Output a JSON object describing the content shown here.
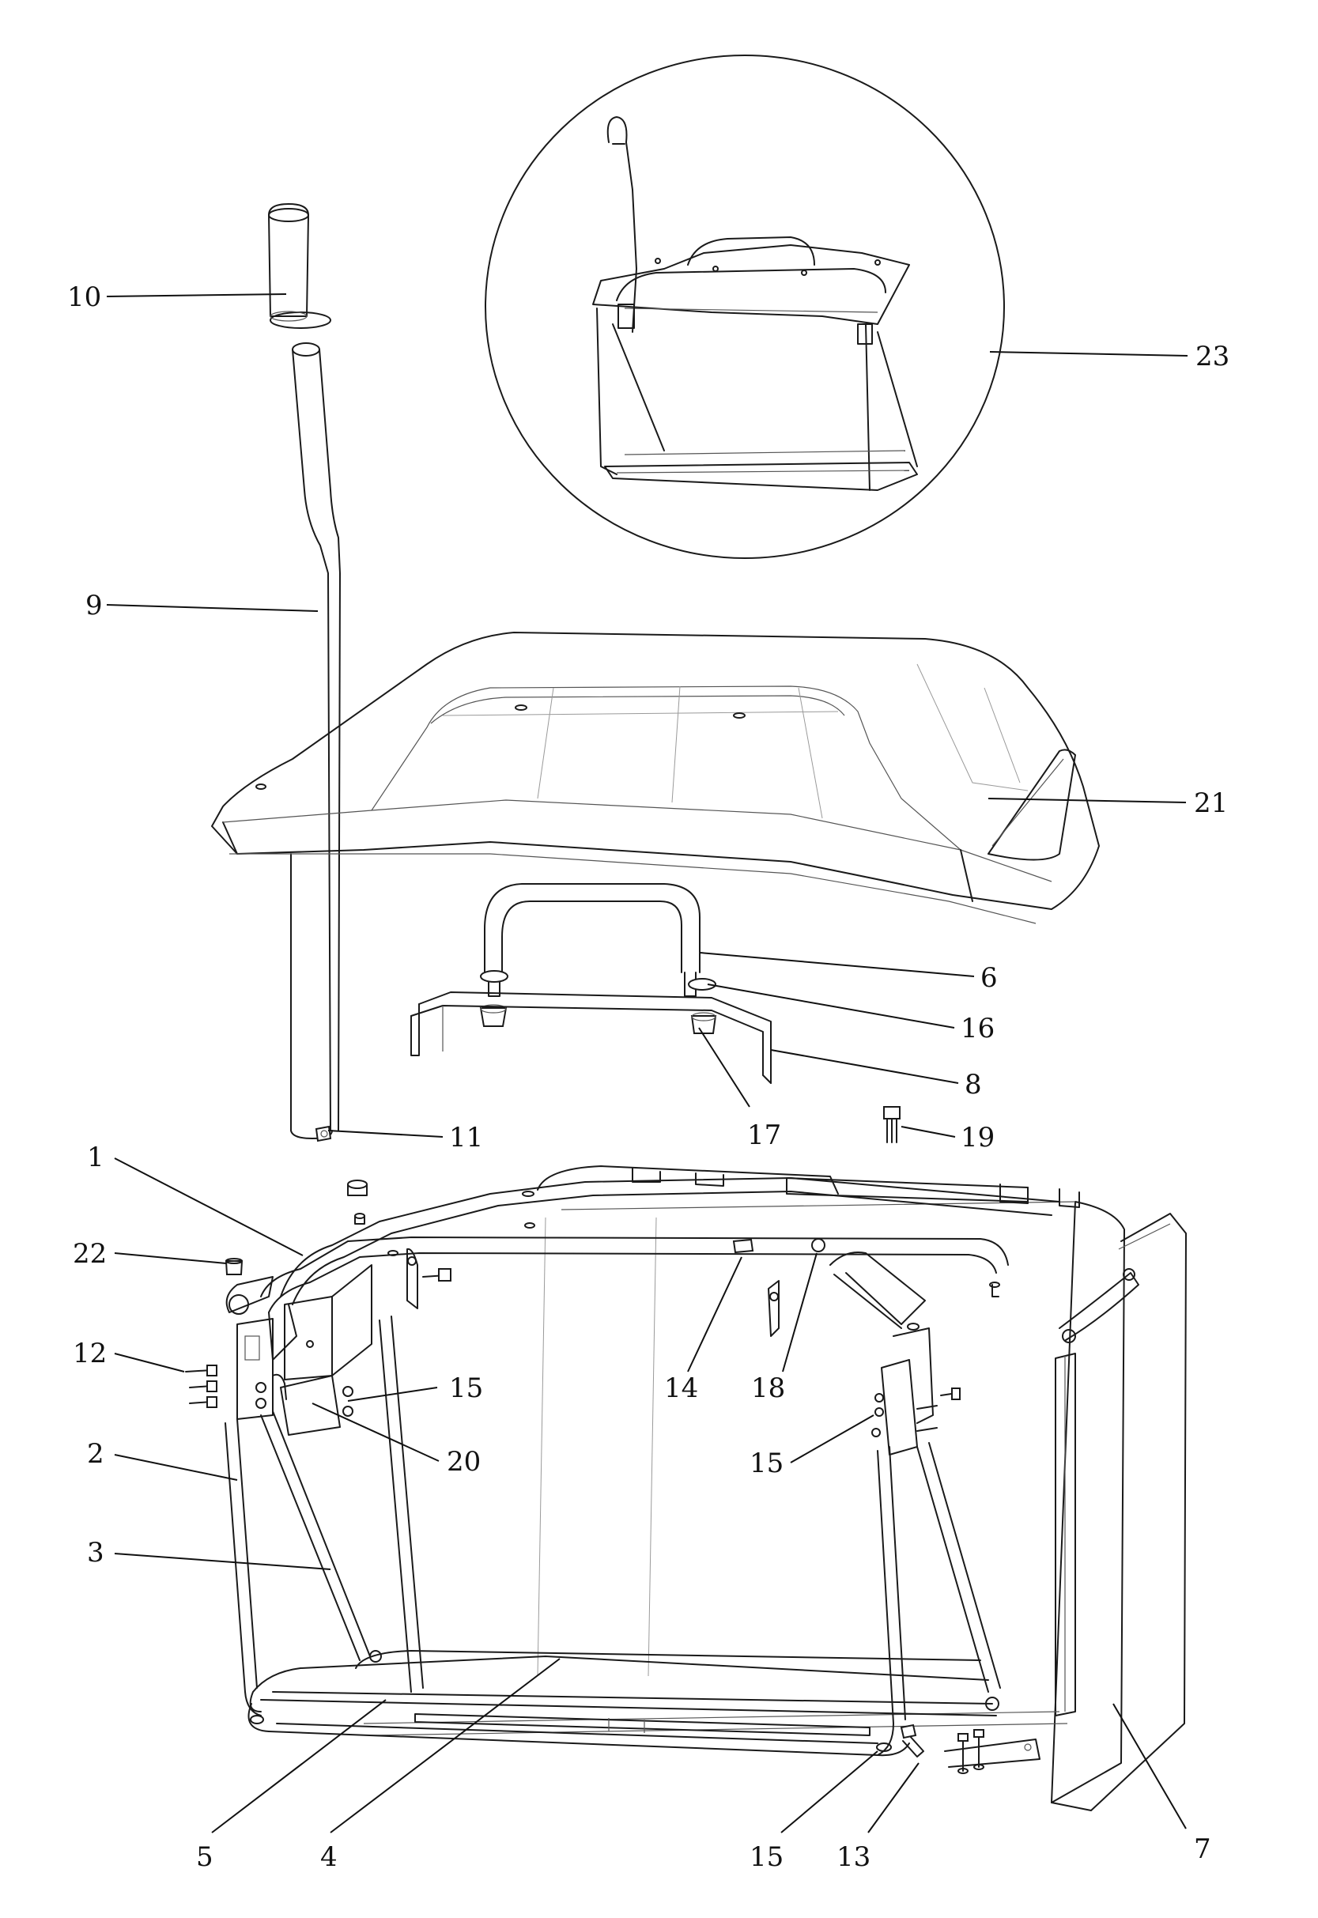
{
  "callouts": [
    {
      "id": "c1",
      "text": "1"
    },
    {
      "id": "c2",
      "text": "2"
    },
    {
      "id": "c3",
      "text": "3"
    },
    {
      "id": "c4",
      "text": "4"
    },
    {
      "id": "c5",
      "text": "5"
    },
    {
      "id": "c6",
      "text": "6"
    },
    {
      "id": "c7",
      "text": "7"
    },
    {
      "id": "c8",
      "text": "8"
    },
    {
      "id": "c9",
      "text": "9"
    },
    {
      "id": "c10",
      "text": "10"
    },
    {
      "id": "c11",
      "text": "11"
    },
    {
      "id": "c12",
      "text": "12"
    },
    {
      "id": "c13",
      "text": "13"
    },
    {
      "id": "c14",
      "text": "14"
    },
    {
      "id": "c15a",
      "text": "15"
    },
    {
      "id": "c15b",
      "text": "15"
    },
    {
      "id": "c15c",
      "text": "15"
    },
    {
      "id": "c16",
      "text": "16"
    },
    {
      "id": "c17",
      "text": "17"
    },
    {
      "id": "c18",
      "text": "18"
    },
    {
      "id": "c19",
      "text": "19"
    },
    {
      "id": "c20",
      "text": "20"
    },
    {
      "id": "c21",
      "text": "21"
    },
    {
      "id": "c22",
      "text": "22"
    },
    {
      "id": "c23",
      "text": "23"
    }
  ]
}
